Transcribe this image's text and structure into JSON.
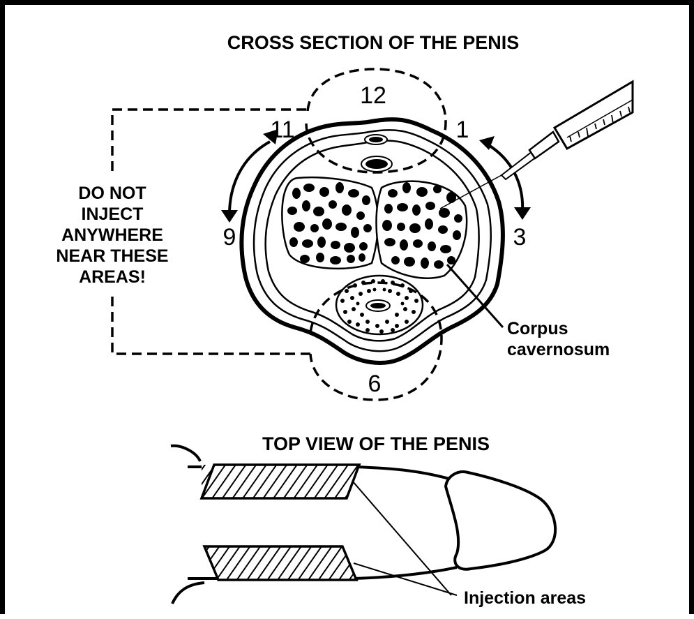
{
  "cross_section": {
    "title": "CROSS SECTION OF THE PENIS",
    "clock_labels": {
      "twelve": "12",
      "one": "1",
      "three": "3",
      "six": "6",
      "nine": "9",
      "eleven": "11"
    },
    "warning_lines": [
      "DO NOT",
      "INJECT",
      "ANYWHERE",
      "NEAR THESE",
      "AREAS!"
    ],
    "callout_lines": [
      "Corpus",
      "cavernosum"
    ]
  },
  "top_view": {
    "title": "TOP VIEW OF THE PENIS",
    "callout": "Injection areas"
  },
  "colors": {
    "ink": "#000000",
    "paper": "#ffffff"
  },
  "icons": [
    "syringe-icon",
    "curved-arrow-icon"
  ]
}
